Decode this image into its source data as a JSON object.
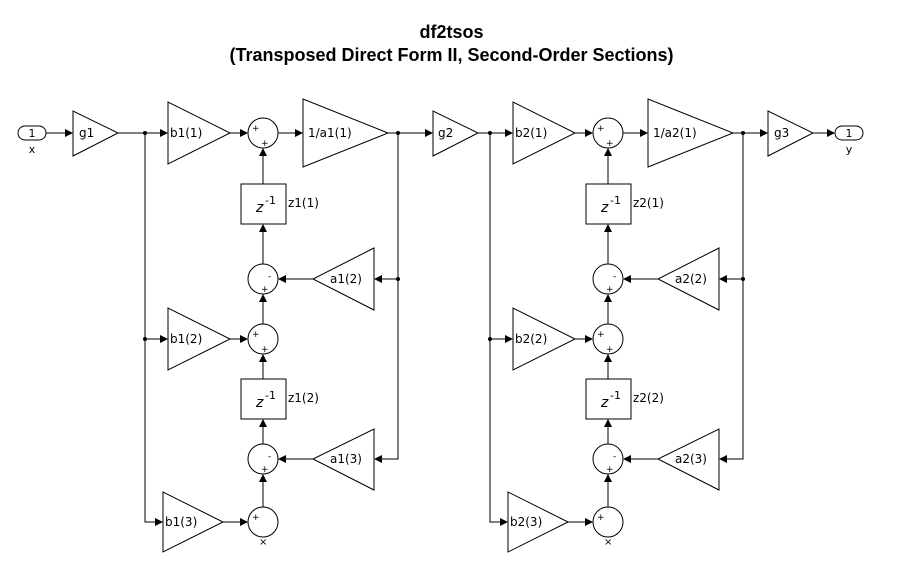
{
  "title": "df2tsos",
  "subtitle": "(Transposed Direct Form II, Second-Order Sections)",
  "ports": {
    "input": {
      "number": "1",
      "name": "x"
    },
    "output": {
      "number": "1",
      "name": "y"
    }
  },
  "gains": {
    "g1": "g1",
    "g2": "g2",
    "g3": "g3",
    "b1_1": "b1(1)",
    "b1_2": "b1(2)",
    "b1_3": "b1(3)",
    "b2_1": "b2(1)",
    "b2_2": "b2(2)",
    "b2_3": "b2(3)",
    "inv_a1_1": "1/a1(1)",
    "inv_a2_1": "1/a2(1)",
    "a1_2": "a1(2)",
    "a1_3": "a1(3)",
    "a2_2": "a2(2)",
    "a2_3": "a2(3)"
  },
  "delays": {
    "symbol": "z",
    "exponent": "-1",
    "z1_1": "z1(1)",
    "z1_2": "z1(2)",
    "z2_1": "z2(1)",
    "z2_2": "z2(2)"
  },
  "signs": {
    "plus": "+",
    "minus": "-",
    "times": "×"
  }
}
